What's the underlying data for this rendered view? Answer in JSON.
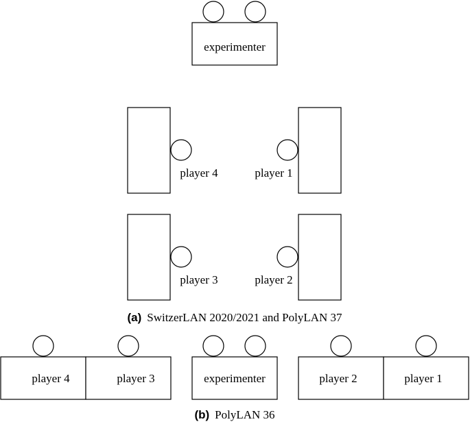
{
  "panel_a": {
    "experimenter_label": "experimenter",
    "player4_label": "player 4",
    "player1_label": "player 1",
    "player3_label": "player 3",
    "player2_label": "player 2",
    "caption_marker": "(a)",
    "caption_text": "SwitzerLAN 2020/2021 and PolyLAN 37"
  },
  "panel_b": {
    "player4_label": "player 4",
    "player3_label": "player 3",
    "experimenter_label": "experimenter",
    "player2_label": "player 2",
    "player1_label": "player 1",
    "caption_marker": "(b)",
    "caption_text": "PolyLAN 36"
  }
}
